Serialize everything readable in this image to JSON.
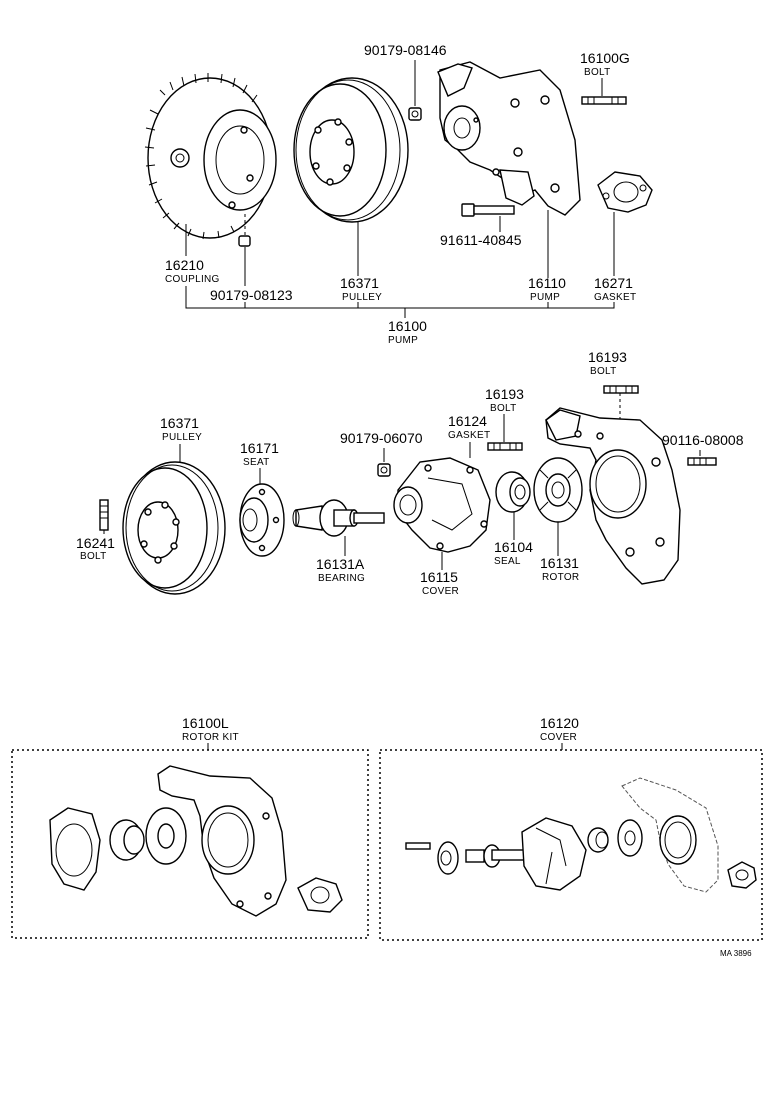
{
  "top_group": {
    "coupling": {
      "number": "16210",
      "name": "COUPLING"
    },
    "pulley": {
      "number": "16371",
      "name": "PULLEY"
    },
    "pump": {
      "number": "16110",
      "name": "PUMP"
    },
    "gasket": {
      "number": "16271",
      "name": "GASKET"
    },
    "bolt_g": {
      "number": "16100G",
      "name": "BOLT"
    },
    "nut_08146": {
      "number": "90179-08146"
    },
    "nut_08123": {
      "number": "90179-08123"
    },
    "bolt_40845": {
      "number": "91611-40845"
    },
    "assembly": {
      "number": "16100",
      "name": "PUMP"
    }
  },
  "middle_group": {
    "pulley": {
      "number": "16371",
      "name": "PULLEY"
    },
    "bolt_16241": {
      "number": "16241",
      "name": "BOLT"
    },
    "seat": {
      "number": "16171",
      "name": "SEAT"
    },
    "bearing": {
      "number": "16131A",
      "name": "BEARING"
    },
    "nut_06070": {
      "number": "90179-06070"
    },
    "cover": {
      "number": "16115",
      "name": "COVER"
    },
    "gasket": {
      "number": "16124",
      "name": "GASKET"
    },
    "bolt_mid": {
      "number": "16193",
      "name": "BOLT"
    },
    "bolt_top": {
      "number": "16193",
      "name": "BOLT"
    },
    "seal": {
      "number": "16104",
      "name": "SEAL"
    },
    "rotor": {
      "number": "16131",
      "name": "ROTOR"
    },
    "stud": {
      "number": "90116-08008"
    }
  },
  "kits": {
    "rotor_kit": {
      "number": "16100L",
      "name": "ROTOR KIT"
    },
    "cover_kit": {
      "number": "16120",
      "name": "COVER"
    }
  },
  "drawing_ref": "MA 3896"
}
